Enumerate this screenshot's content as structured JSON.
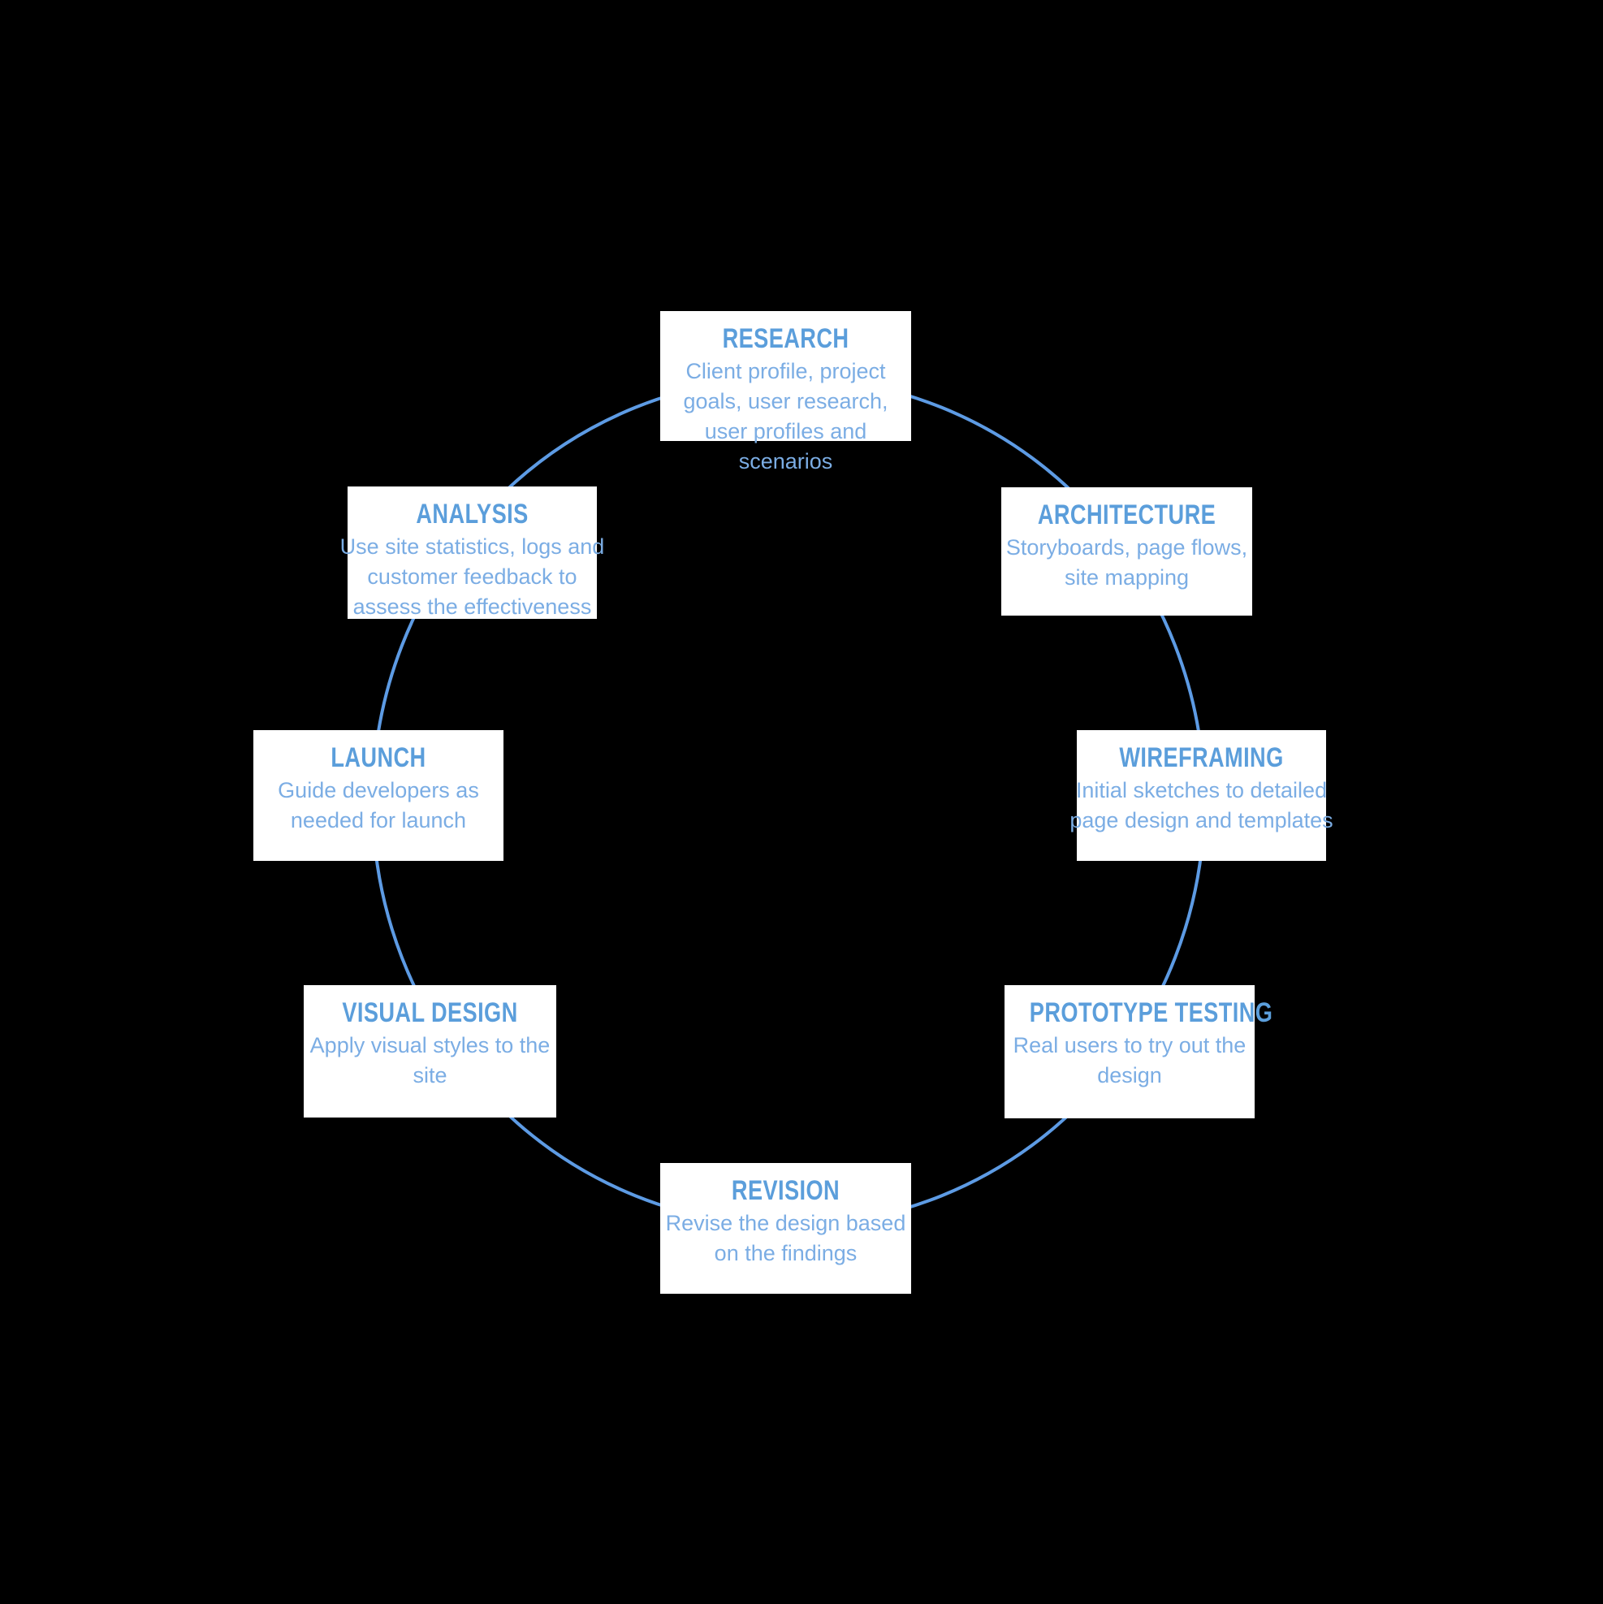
{
  "diagram": {
    "type": "cycle",
    "colors": {
      "background": "#000000",
      "box_background": "#ffffff",
      "title": "#5b9edb",
      "body": "#7bade4",
      "circle_line": "#5d9be4"
    },
    "steps": [
      {
        "id": "research",
        "title": "RESEARCH",
        "description": "Client profile, project\ngoals, user research,\nuser profiles and\nscenarios"
      },
      {
        "id": "architecture",
        "title": "ARCHITECTURE",
        "description": "Storyboards, page flows,\nsite mapping"
      },
      {
        "id": "wireframing",
        "title": "WIREFRAMING",
        "description": "Initial sketches to detailed\npage design and templates"
      },
      {
        "id": "prototype-testing",
        "title": "PROTOTYPE TESTING",
        "description": "Real users to try out the\ndesign"
      },
      {
        "id": "revision",
        "title": "REVISION",
        "description": "Revise the design based\non the findings"
      },
      {
        "id": "visual-design",
        "title": "VISUAL DESIGN",
        "description": "Apply visual styles to the\nsite"
      },
      {
        "id": "launch",
        "title": "LAUNCH",
        "description": "Guide developers as\nneeded for launch"
      },
      {
        "id": "analysis",
        "title": "ANALYSIS",
        "description": "Use site statistics, logs and\ncustomer feedback to\nassess the effectiveness"
      }
    ]
  }
}
